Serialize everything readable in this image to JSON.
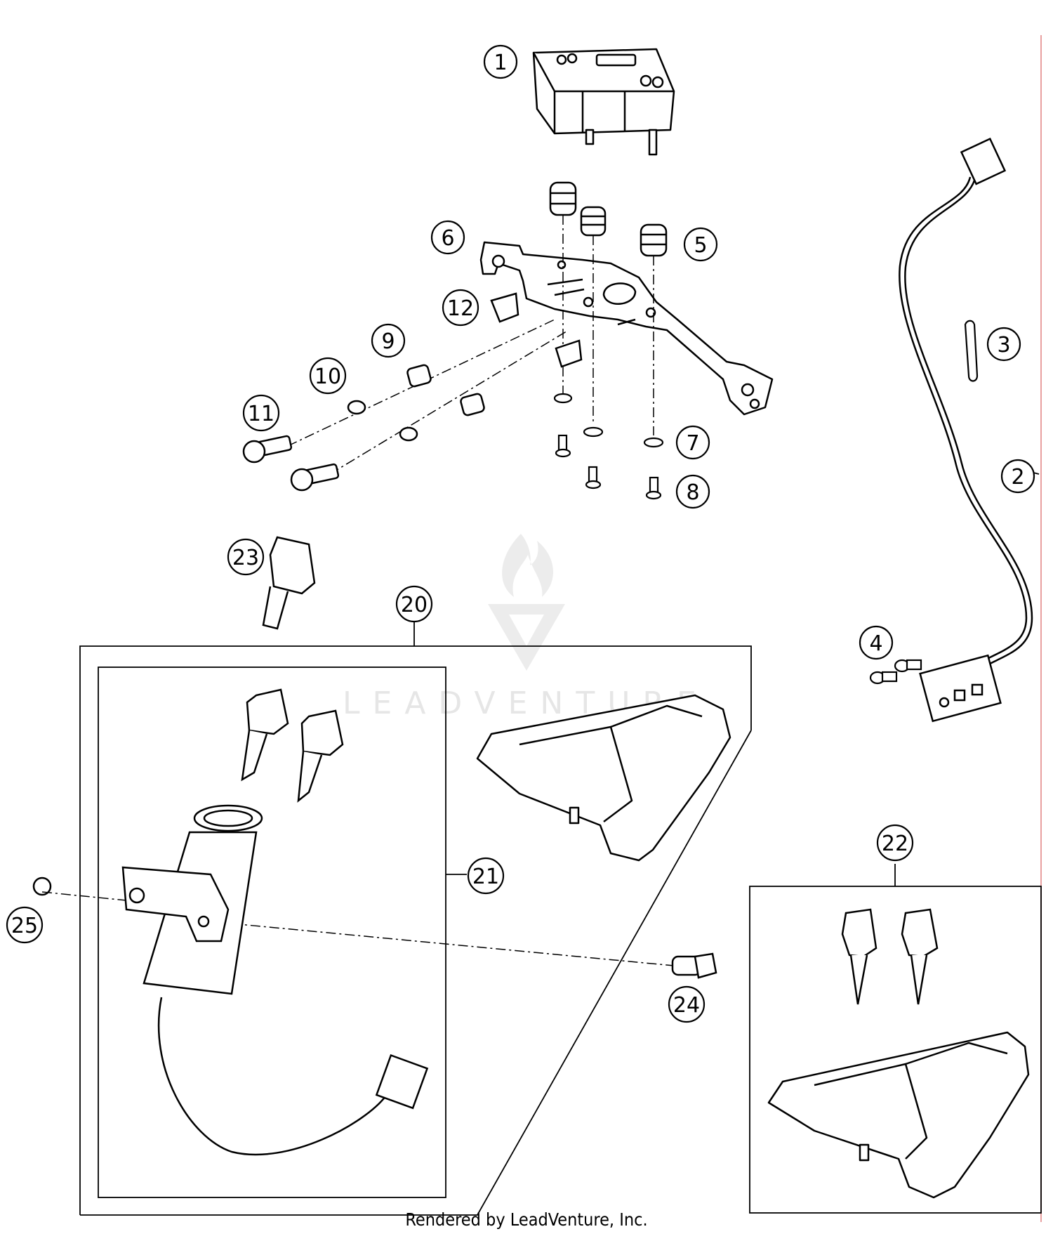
{
  "callouts": [
    {
      "id": "c1",
      "label": "1"
    },
    {
      "id": "c2",
      "label": "2"
    },
    {
      "id": "c3",
      "label": "3"
    },
    {
      "id": "c4",
      "label": "4"
    },
    {
      "id": "c5",
      "label": "5"
    },
    {
      "id": "c6",
      "label": "6"
    },
    {
      "id": "c7",
      "label": "7"
    },
    {
      "id": "c8",
      "label": "8"
    },
    {
      "id": "c9",
      "label": "9"
    },
    {
      "id": "c10",
      "label": "10"
    },
    {
      "id": "c11",
      "label": "11"
    },
    {
      "id": "c12",
      "label": "12"
    },
    {
      "id": "c20",
      "label": "20"
    },
    {
      "id": "c21",
      "label": "21"
    },
    {
      "id": "c22",
      "label": "22"
    },
    {
      "id": "c23",
      "label": "23"
    },
    {
      "id": "c24",
      "label": "24"
    },
    {
      "id": "c25",
      "label": "25"
    }
  ],
  "watermark": {
    "text": "LEADVENTURE"
  },
  "footer": {
    "text": "Rendered by LeadVenture, Inc."
  },
  "colors": {
    "line": "#000000",
    "border_accent": "#e8a0a0",
    "watermark": "#e6e6e6"
  }
}
